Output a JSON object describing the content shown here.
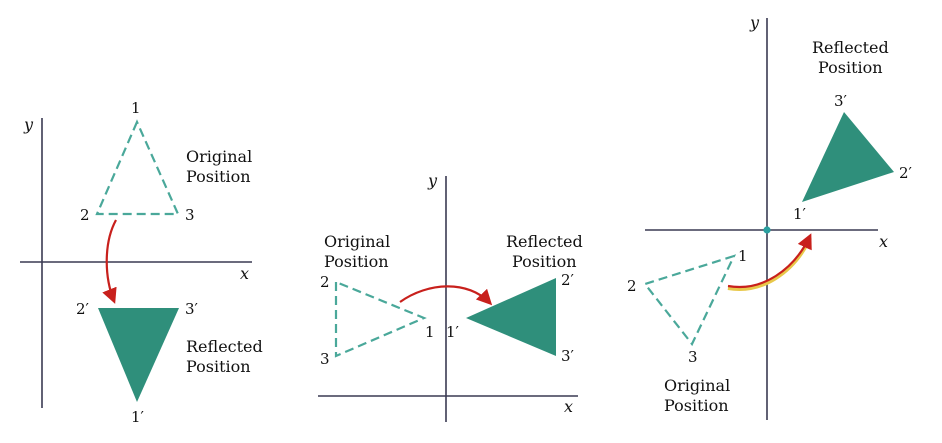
{
  "colors": {
    "original_outline": "#4aa89a",
    "reflected_fill": "#2f8f7b",
    "arrow": "#c8201c",
    "arrow_highlight": "#e8c84a",
    "axis": "#3a3a52",
    "origin_dot": "#2aa0a0"
  },
  "panel_a": {
    "axis_y": "y",
    "axis_x": "x",
    "original_label_1": "Original",
    "original_label_2": "Position",
    "reflected_label_1": "Reflected",
    "reflected_label_2": "Position",
    "orig_vertices": [
      "1",
      "2",
      "3"
    ],
    "refl_vertices": [
      "1′",
      "2′",
      "3′"
    ]
  },
  "panel_b": {
    "axis_y": "y",
    "axis_x": "x",
    "original_label_1": "Original",
    "original_label_2": "Position",
    "reflected_label_1": "Reflected",
    "reflected_label_2": "Position",
    "orig_vertices": [
      "1",
      "2",
      "3"
    ],
    "refl_vertices": [
      "1′",
      "2′",
      "3′"
    ]
  },
  "panel_c": {
    "axis_y": "y",
    "axis_x": "x",
    "original_label_1": "Original",
    "original_label_2": "Position",
    "reflected_label_1": "Reflected",
    "reflected_label_2": "Position",
    "orig_vertices": [
      "1",
      "2",
      "3"
    ],
    "refl_vertices": [
      "1′",
      "2′",
      "3′"
    ]
  }
}
